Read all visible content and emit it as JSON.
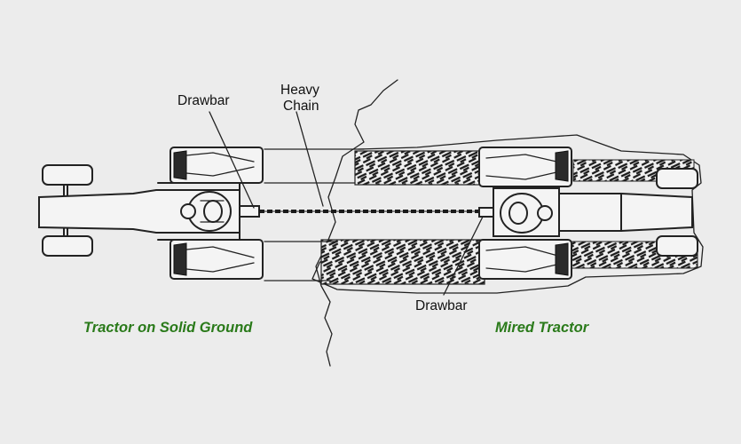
{
  "labels": {
    "drawbar_left": "Drawbar",
    "heavy_chain_line1": "Heavy",
    "heavy_chain_line2": "Chain",
    "drawbar_right": "Drawbar"
  },
  "captions": {
    "left": "Tractor on Solid Ground",
    "right": "Mired Tractor"
  },
  "colors": {
    "background": "#ececec",
    "caption": "#2a7a1a",
    "ink": "#222222"
  }
}
